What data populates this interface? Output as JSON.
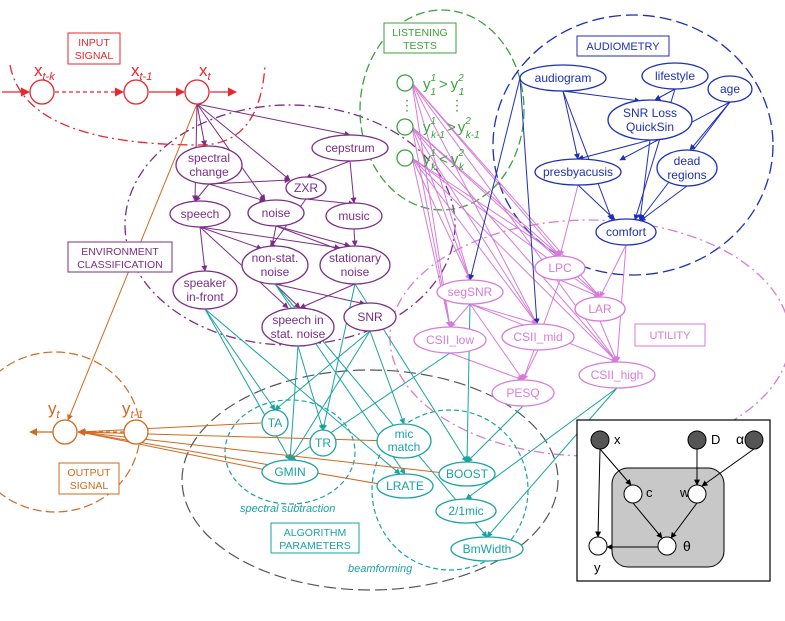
{
  "colors": {
    "input": "#e8262e",
    "environment": "#7b2c86",
    "listening": "#3aa23a",
    "audiometry": "#1d2fb8",
    "utility": "#d77bd9",
    "algorithm": "#1aa3a3",
    "output": "#d2691e",
    "neutral": "#555555",
    "inset_fill": "#c8c8c8",
    "inset_dark": "#555555"
  },
  "groups": {
    "input_signal": {
      "line1": "INPUT",
      "line2": "SIGNAL"
    },
    "listening_tests": {
      "line1": "LISTENING",
      "line2": "TESTS"
    },
    "audiometry": {
      "label": "AUDIOMETRY"
    },
    "environment": {
      "line1": "ENVIRONMENT",
      "line2": "CLASSIFICATION"
    },
    "utility": {
      "label": "UTILITY"
    },
    "output_signal": {
      "line1": "OUTPUT",
      "line2": "SIGNAL"
    },
    "algorithm": {
      "line1": "ALGORITHM",
      "line2": "PARAMETERS"
    },
    "spectral_subtraction": {
      "label": "spectral subtraction"
    },
    "beamforming": {
      "label": "beamforming"
    }
  },
  "input_nodes": [
    {
      "base": "x",
      "sub": "t-k"
    },
    {
      "base": "x",
      "sub": "t-1"
    },
    {
      "base": "x",
      "sub": "t"
    }
  ],
  "output_nodes": [
    {
      "base": "y",
      "sub": "t"
    },
    {
      "base": "y",
      "sub": "t-1"
    }
  ],
  "listening_nodes": [
    {
      "a_sup": "1",
      "a_sub": "1",
      "op": ">",
      "b_sup": "2",
      "b_sub": "1"
    },
    {
      "a_sup": "1",
      "a_sub": "k-1",
      "op": ">",
      "b_sup": "2",
      "b_sub": "k-1"
    },
    {
      "a_sup": "1",
      "a_sub": "k",
      "op": "<",
      "b_sup": "2",
      "b_sub": "k"
    }
  ],
  "listening_symbols": {
    "base": "y",
    "dots": "⋮"
  },
  "environment_nodes": {
    "cepstrum": "cepstrum",
    "spectral_change_1": "spectral",
    "spectral_change_2": "change",
    "zxr": "ZXR",
    "speech": "speech",
    "noise": "noise",
    "music": "music",
    "nonstat_1": "non-stat.",
    "nonstat_2": "noise",
    "stationary_1": "stationary",
    "stationary_2": "noise",
    "speaker_1": "speaker",
    "speaker_2": "in-front",
    "speechstat_1": "speech in",
    "speechstat_2": "stat. noise",
    "snr": "SNR"
  },
  "audiometry_nodes": {
    "audiogram": "audiogram",
    "lifestyle": "lifestyle",
    "age": "age",
    "snrloss_1": "SNR Loss",
    "snrloss_2": "QuickSin",
    "presbyacusis": "presbyacusis",
    "dead_1": "dead",
    "dead_2": "regions",
    "comfort": "comfort"
  },
  "utility_nodes": {
    "lpc": "LPC",
    "segsnr": "segSNR",
    "lar": "LAR",
    "csii_low": "CSII_low",
    "csii_mid": "CSII_mid",
    "csii_high": "CSII_high",
    "pesq": "PESQ"
  },
  "algorithm_nodes": {
    "ta": "TA",
    "tr": "TR",
    "gmin": "GMIN",
    "micmatch_1": "mic",
    "micmatch_2": "match",
    "boost": "BOOST",
    "lrate": "LRATE",
    "twomic": "2/1mic",
    "bmwidth": "BmWidth"
  },
  "inset": {
    "x": "x",
    "D": "D",
    "alpha": "α",
    "c": "c",
    "w": "w",
    "y": "y",
    "theta": "θ"
  }
}
